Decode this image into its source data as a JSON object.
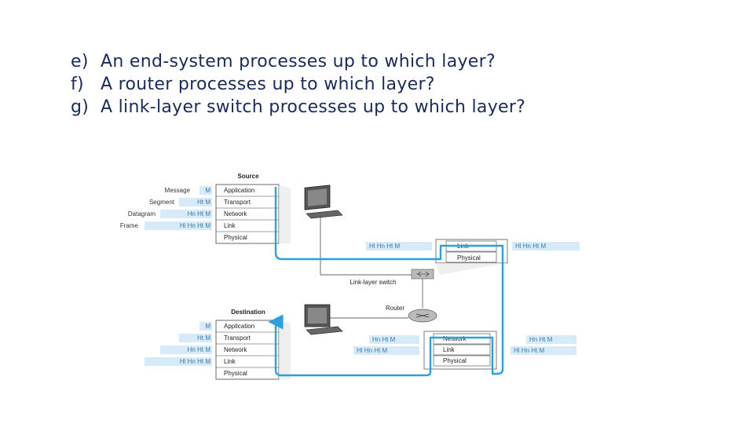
{
  "questions": [
    {
      "label": "e)",
      "text": "An end-system processes up to which layer?"
    },
    {
      "label": "f)",
      "text": "A router processes up to which layer?"
    },
    {
      "label": "g)",
      "text": "A link-layer switch processes up to which layer?"
    }
  ],
  "diagram": {
    "source_title": "Source",
    "destination_title": "Destination",
    "source_stack": [
      "Application",
      "Transport",
      "Network",
      "Link",
      "Physical"
    ],
    "destination_stack": [
      "Application",
      "Transport",
      "Network",
      "Link",
      "Physical"
    ],
    "pdu_names": [
      "Message",
      "Segment",
      "Datagram",
      "Frame"
    ],
    "source_headers": [
      "M",
      "Ht M",
      "Hn Ht M",
      "Hl Hn Ht M"
    ],
    "destination_headers": [
      "M",
      "Ht M",
      "Hn Ht M",
      "Hl Hn Ht M"
    ],
    "switch_label": "Link-layer switch",
    "switch_stack": [
      "Link",
      "Physical"
    ],
    "switch_in_headers": "Hl Hn Ht M",
    "switch_out_headers": "Hl Hn Ht M",
    "router_label": "Router",
    "router_stack": [
      "Network",
      "Link",
      "Physical"
    ],
    "router_left_headers": [
      "Hn Ht M",
      "Hl Hn Ht M"
    ],
    "router_right_headers": [
      "Hn Ht M",
      "Hl Hn Ht M"
    ],
    "colors": {
      "path": "#2aa0dc",
      "header_bg": "#d6ebf7",
      "header_text": "#3a78b0",
      "title_text": "#1a2a5c"
    }
  }
}
